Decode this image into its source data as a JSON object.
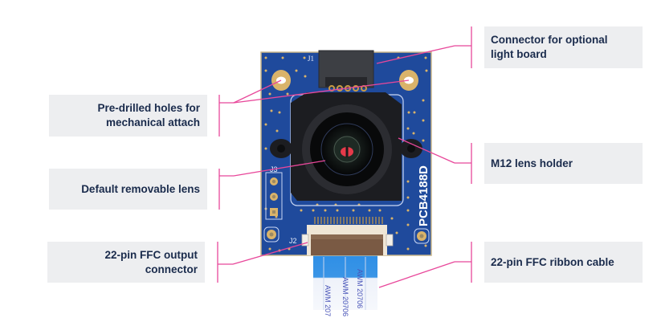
{
  "diagram": {
    "board_silkscreen": {
      "part_number": "PCB4188D",
      "j1": "J1",
      "j2": "J2",
      "j3": "J3"
    },
    "ribbon_cable_print": [
      "AWM 20706",
      "AWM 20706",
      "AWM 207"
    ],
    "colors": {
      "leader_line": "#e8479a",
      "label_bg": "#edeef0",
      "label_text": "#1a2b4c",
      "pcb_blue": "#1f4a9c",
      "gold_pad": "#d9b36a",
      "ribbon_blue": "#2f8fe6"
    },
    "callouts": {
      "holes": {
        "lines": [
          "Pre-drilled holes for",
          "mechanical attach"
        ]
      },
      "lens": {
        "lines": [
          "Default removable lens"
        ]
      },
      "output_connector": {
        "lines": [
          "22-pin FFC output",
          "connector"
        ]
      },
      "light_connector": {
        "lines": [
          "Connector for optional",
          "light board"
        ]
      },
      "lens_holder": {
        "lines": [
          "M12 lens holder"
        ]
      },
      "ribbon_cable": {
        "lines": [
          "22-pin FFC ribbon cable"
        ]
      }
    }
  }
}
